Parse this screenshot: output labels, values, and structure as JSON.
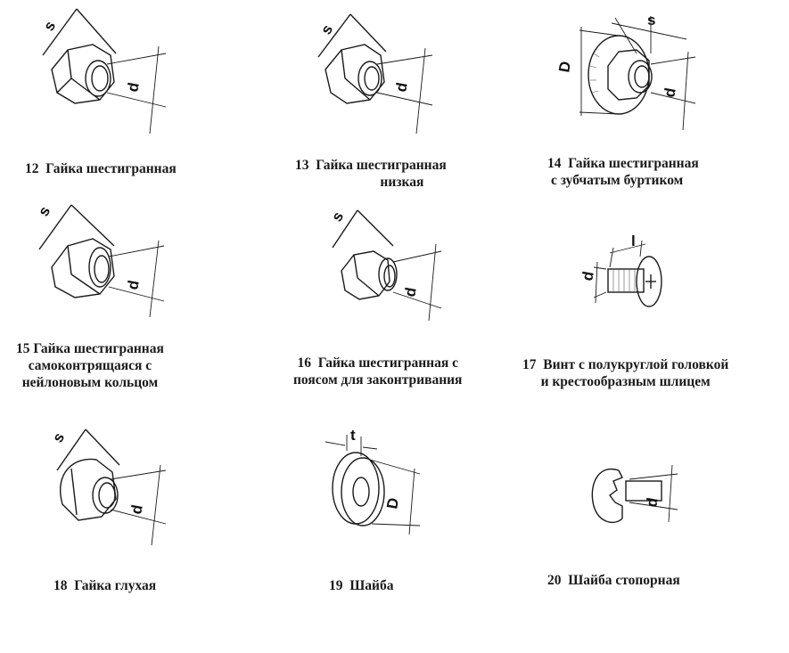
{
  "items": [
    {
      "num": "12",
      "lines": [
        "Гайка шестигранная"
      ],
      "dims": [
        "s",
        "d"
      ],
      "icon": "hex-nut-icon"
    },
    {
      "num": "13",
      "lines": [
        "Гайка шестигранная",
        "низкая"
      ],
      "dims": [
        "s",
        "d"
      ],
      "icon": "low-hex-nut-icon"
    },
    {
      "num": "14",
      "lines": [
        "Гайка шестигранная",
        "с зубчатым буртиком"
      ],
      "dims": [
        "D",
        "s",
        "d"
      ],
      "icon": "serrated-flange-nut-icon"
    },
    {
      "num": "15",
      "lines": [
        "Гайка шестигранная",
        "самоконтрящаяся с",
        "нейлоновым кольцом"
      ],
      "dims": [
        "s",
        "d"
      ],
      "icon": "nylon-insert-nut-icon"
    },
    {
      "num": "16",
      "lines": [
        "Гайка шестигранная с",
        "поясом для законтривания"
      ],
      "dims": [
        "s",
        "d"
      ],
      "icon": "collar-lock-nut-icon"
    },
    {
      "num": "17",
      "lines": [
        "Винт с полукруглой головкой",
        "и крестообразным шлицем"
      ],
      "dims": [
        "l",
        "d"
      ],
      "icon": "phillips-pan-head-screw-icon"
    },
    {
      "num": "18",
      "lines": [
        "Гайка глухая"
      ],
      "dims": [
        "s",
        "d"
      ],
      "icon": "cap-nut-icon"
    },
    {
      "num": "19",
      "lines": [
        "Шайба"
      ],
      "dims": [
        "t",
        "D"
      ],
      "icon": "washer-icon"
    },
    {
      "num": "20",
      "lines": [
        "Шайба стопорная"
      ],
      "dims": [
        "d"
      ],
      "icon": "retaining-ring-icon"
    }
  ]
}
